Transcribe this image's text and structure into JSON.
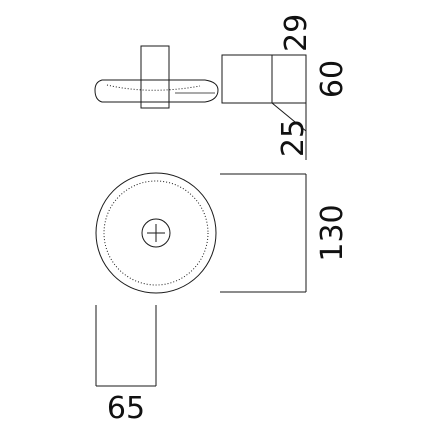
{
  "dimensions": {
    "width_total": "29",
    "height_total": "60",
    "height_base": "25",
    "diameter": "130",
    "depth": "65"
  }
}
